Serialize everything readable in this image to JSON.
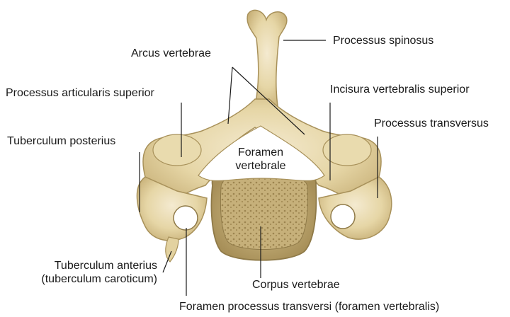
{
  "labels": {
    "processus_spinosus": "Processus spinosus",
    "arcus_vertebrae": "Arcus vertebrae",
    "processus_articularis_superior": "Processus articularis superior",
    "incisura_vertebralis_superior": "Incisura vertebralis superior",
    "processus_transversus": "Processus transversus",
    "tuberculum_posterius": "Tuberculum posterius",
    "foramen_vertebrale_line1": "Foramen",
    "foramen_vertebrale_line2": "vertebrale",
    "tuberculum_anterius_line1": "Tuberculum anterius",
    "tuberculum_anterius_line2": "(tuberculum caroticum)",
    "corpus_vertebrae": "Corpus vertebrae",
    "foramen_processus_transversi": "Foramen processus transversi (foramen vertebralis)"
  },
  "colors": {
    "bone_light": "#efe2b8",
    "bone_mid": "#dcc98f",
    "bone_dark": "#a8915a",
    "spongy": "#b8a36a",
    "leader": "#1a1a1a",
    "text": "#1a1a1a"
  }
}
